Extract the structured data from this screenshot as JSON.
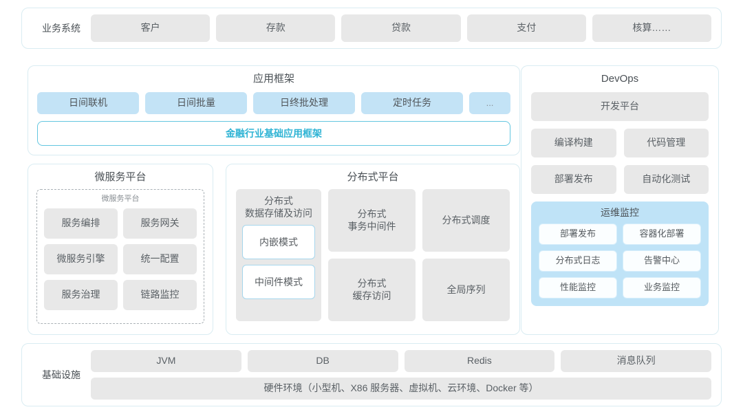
{
  "business_row": {
    "label": "业务系统",
    "items": [
      "客户",
      "存款",
      "贷款",
      "支付",
      "核算……"
    ]
  },
  "app_framework": {
    "title": "应用框架",
    "chips": [
      "日间联机",
      "日间批量",
      "日终批处理",
      "定时任务",
      "..."
    ],
    "base_bar": "金融行业基础应用框架",
    "base_bar_color": "#2eb3d4"
  },
  "micro_platform": {
    "title": "微服务平台",
    "inner_title": "微服务平台",
    "items": [
      "服务编排",
      "服务网关",
      "微服务引擎",
      "统一配置",
      "服务治理",
      "链路监控"
    ]
  },
  "distributed_platform": {
    "title": "分布式平台",
    "left_card": {
      "title": "分布式\n数据存储及访问",
      "title_line1": "分布式",
      "title_line2": "数据存储及访问",
      "modes": [
        "内嵌模式",
        "中间件模式"
      ]
    },
    "right_cards": [
      {
        "line1": "分布式",
        "line2": "事务中间件"
      },
      {
        "line1": "分布式调度",
        "line2": ""
      },
      {
        "line1": "分布式",
        "line2": "缓存访问"
      },
      {
        "line1": "全局序列",
        "line2": ""
      }
    ]
  },
  "devops": {
    "title": "DevOps",
    "platform": "开发平台",
    "pair1": [
      "编译构建",
      "代码管理"
    ],
    "pair2": [
      "部署发布",
      "自动化测试"
    ],
    "ops_monitor": {
      "title": "运维监控",
      "items": [
        "部署发布",
        "容器化部署",
        "分布式日志",
        "告警中心",
        "性能监控",
        "业务监控"
      ],
      "panel_color": "#bfe3f7"
    }
  },
  "infrastructure": {
    "label": "基础设施",
    "chips": [
      "JVM",
      "DB",
      "Redis",
      "消息队列"
    ],
    "hardware": "硬件环境（小型机、X86 服务器、虚拟机、云环境、Docker 等）"
  },
  "colors": {
    "panel_border": "#d9ecf2",
    "gray_chip": "#e8e8e8",
    "blue_chip": "#c3e3f6",
    "accent": "#2eb3d4"
  }
}
